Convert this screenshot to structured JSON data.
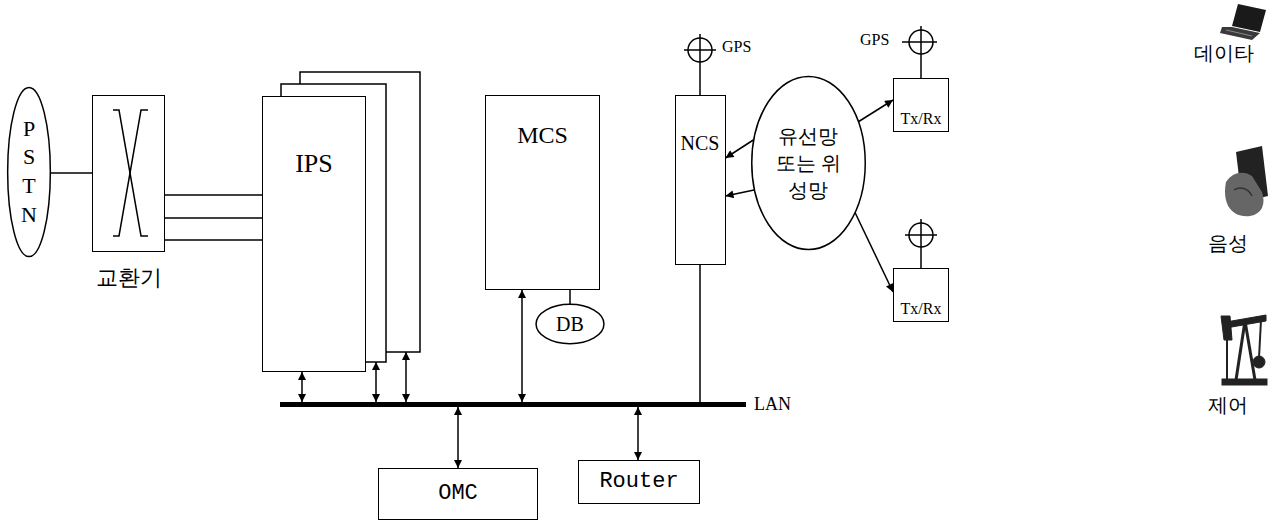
{
  "diagram": {
    "nodes": [
      {
        "text": [
          "PSTN"
        ]
      },
      {
        "text": [
          "교환기"
        ]
      },
      {
        "text": [
          "IPS"
        ]
      },
      {
        "text": [
          "MCS"
        ]
      },
      {
        "text": [
          "DB"
        ]
      },
      {
        "text": [
          "NCS"
        ]
      },
      {
        "text": [
          "유선망 또는 위성망"
        ]
      },
      {
        "text": [
          "Tx/Rx"
        ]
      },
      {
        "text": [
          "Tx/Rx"
        ]
      },
      {
        "text": [
          "LAN"
        ]
      },
      {
        "text": [
          "OMC"
        ]
      },
      {
        "text": [
          "Router"
        ]
      }
    ],
    "edges": [
      {
        "from": 0,
        "to": 1,
        "arrow": "none"
      },
      {
        "from": 1,
        "to": 2,
        "arrow": "none"
      },
      {
        "from": 2,
        "to": 9,
        "arrow": "both"
      },
      {
        "from": 3,
        "to": 4,
        "arrow": "none"
      },
      {
        "from": 3,
        "to": 9,
        "arrow": "both"
      },
      {
        "from": 5,
        "to": 9,
        "arrow": "none"
      },
      {
        "from": 6,
        "to": 5,
        "arrow": "to"
      },
      {
        "from": 6,
        "to": 5,
        "arrow": "to"
      },
      {
        "from": 6,
        "to": 7,
        "arrow": "to"
      },
      {
        "from": 6,
        "to": 8,
        "arrow": "to"
      },
      {
        "from": 10,
        "to": 9,
        "arrow": "both"
      },
      {
        "from": 11,
        "to": 9,
        "arrow": "both"
      }
    ],
    "labels": [
      "GPS",
      "GPS",
      "데이타",
      "음성",
      "제어"
    ]
  }
}
